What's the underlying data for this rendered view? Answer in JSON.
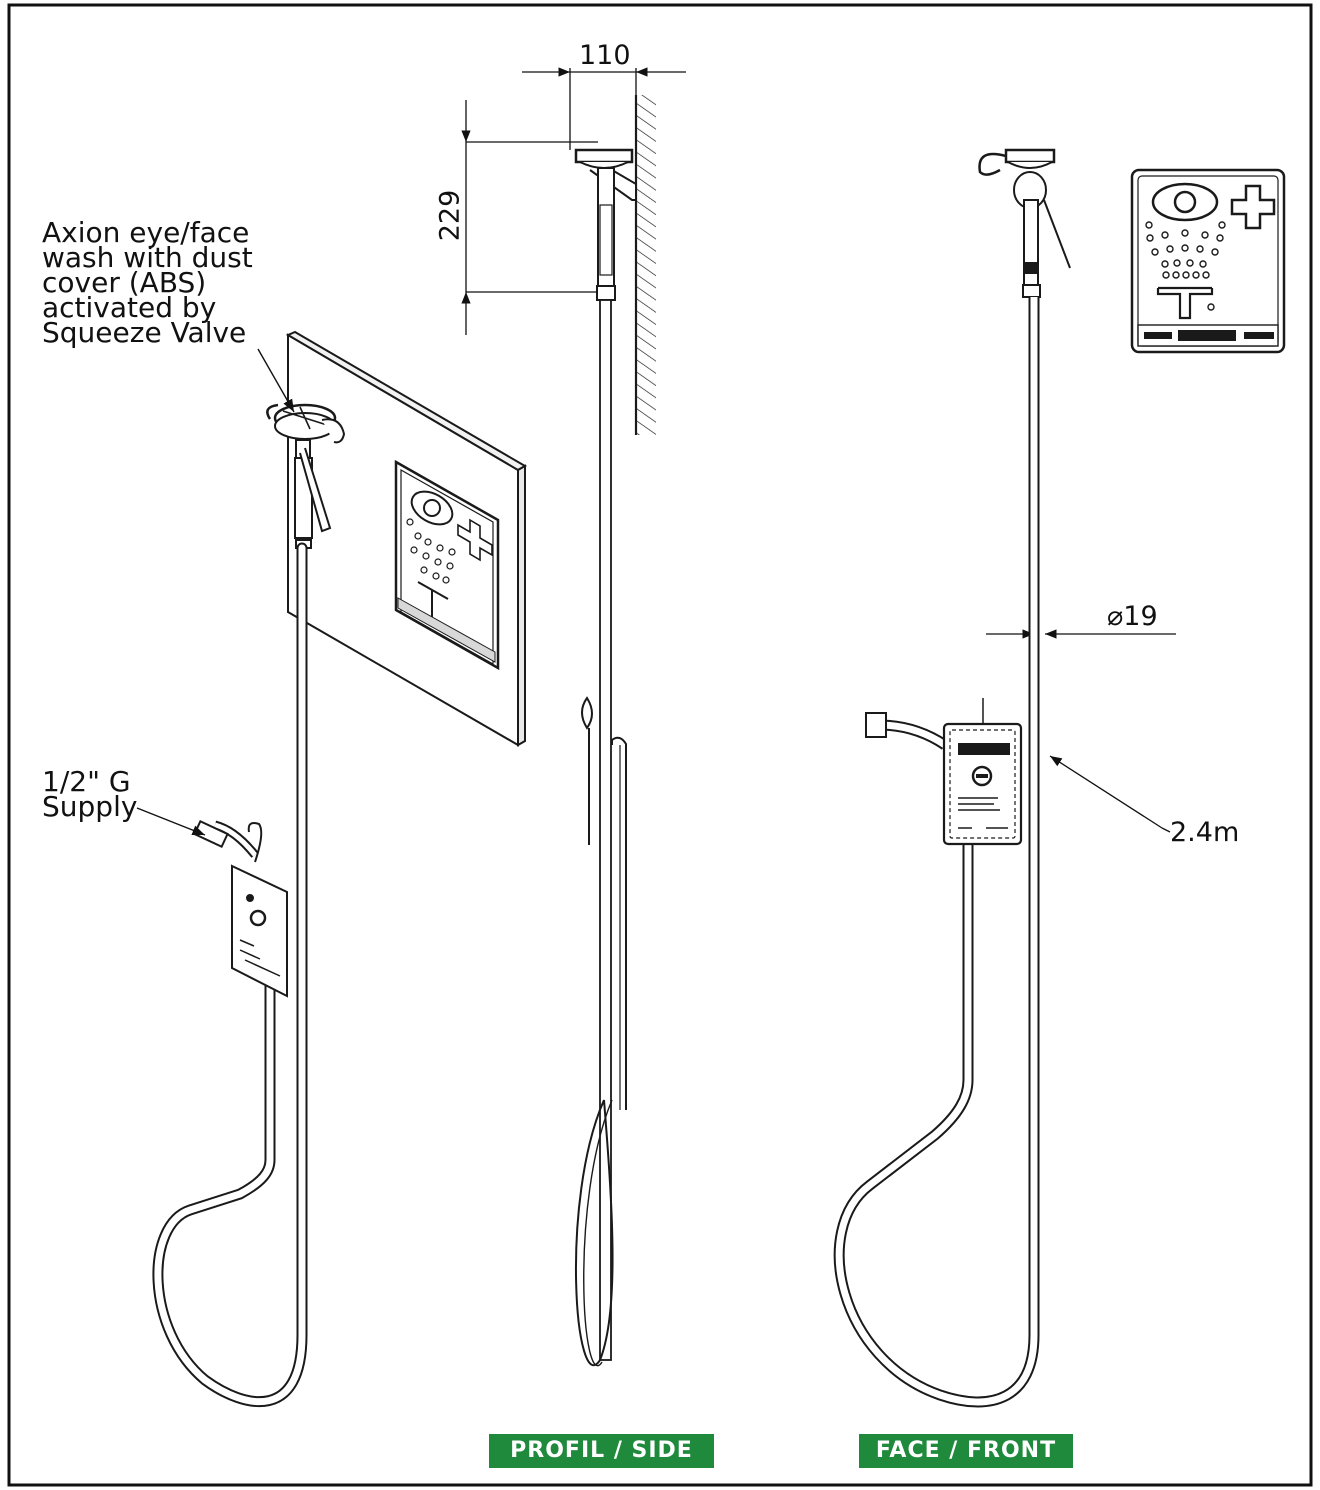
{
  "callouts": {
    "eyewash": [
      "Axion eye/face",
      "wash with dust",
      "cover (ABS)",
      "activated by",
      "Squeeze Valve"
    ],
    "supply": [
      "1/2\" G",
      "Supply"
    ]
  },
  "dimensions": {
    "wall_offset": "110",
    "head_height": "229",
    "hose_diameter": "19",
    "hose_length": "2.4m"
  },
  "views": {
    "side": "PROFIL / SIDE",
    "front": "FACE / FRONT"
  },
  "colors": {
    "label_bg": "#1f8a3c",
    "label_text": "#ffffff",
    "line": "#1a1a1a"
  }
}
